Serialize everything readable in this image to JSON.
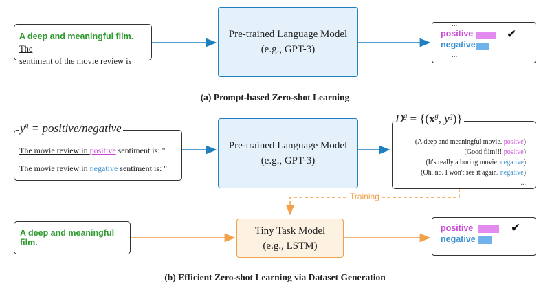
{
  "part_a": {
    "input": {
      "highlight": "A deep and meaningful film.",
      "rest_1": "The",
      "rest_2": "sentiment of the movie review is"
    },
    "model": {
      "line1": "Pre-trained Language Model",
      "line2": "(e.g., GPT-3)"
    },
    "output": {
      "dots_top": "...",
      "positive": "positive",
      "negative": "negative",
      "dots_bottom": "...",
      "check": "✔"
    },
    "caption": "(a) Prompt-based Zero-shot Learning"
  },
  "part_b": {
    "label_formula": "y^g = positive/negative",
    "label_y": "y",
    "label_sup": "g",
    "label_rest": " = positive/negative",
    "template_1": {
      "pre": "The movie review in ",
      "word": "positive",
      "post": " sentiment is: \""
    },
    "template_2": {
      "pre": "The movie review in ",
      "word": "negative",
      "post": " sentiment is: \""
    },
    "model": {
      "line1": "Pre-trained Language Model",
      "line2": "(e.g., GPT-3)"
    },
    "dataset_label": {
      "D": "D",
      "sup": "g",
      "eq": " = {(",
      "x": "x",
      "xsup": "g",
      "comma": ", ",
      "y": "y",
      "ysup": "g",
      "close": ")}"
    },
    "dataset": [
      {
        "text": "(A deep and meaningful movie. ",
        "label": "positve",
        "close": ")",
        "color": "#c84ad6"
      },
      {
        "text": "(Good film!!! ",
        "label": "positve",
        "close": ")",
        "color": "#c84ad6"
      },
      {
        "text": "(It's really a boring movie. ",
        "label": "negative",
        "close": ")",
        "color": "#3b92d1"
      },
      {
        "text": "(Oh, no. I won't see it again. ",
        "label": "negative",
        "close": ")",
        "color": "#3b92d1"
      }
    ],
    "dataset_dots": "...",
    "training_label": "Training",
    "input": "A deep and meaningful film.",
    "tiny_model": {
      "line1": "Tiny Task Model",
      "line2": "(e.g., LSTM)"
    },
    "output": {
      "positive": "positive",
      "negative": "negative",
      "check": "✔"
    },
    "caption": "(b) Efficient Zero-shot Learning via Dataset Generation"
  },
  "colors": {
    "arrow_blue": "#1f7fbf",
    "arrow_orange": "#f0a14a",
    "positive_bar": "#e38bef",
    "negative_bar": "#6fb3ea",
    "green_text": "#2e9a2e"
  }
}
